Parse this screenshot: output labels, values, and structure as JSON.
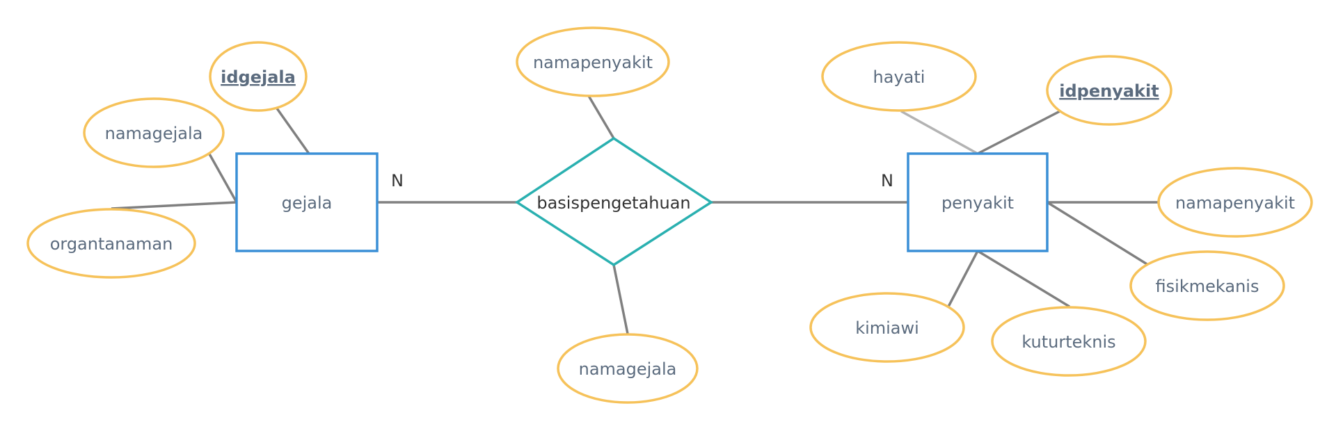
{
  "diagram": {
    "entities": {
      "gejala": "gejala",
      "penyakit": "penyakit"
    },
    "relationship": "basispengetahuan",
    "cardinality": {
      "left": "N",
      "right": "N"
    },
    "attributes": {
      "idgejala": "idgejala",
      "namagejala_g": "namagejala",
      "organtanaman": "organtanaman",
      "namapenyakit_r": "namapenyakit",
      "namagejala_r": "namagejala",
      "hayati": "hayati",
      "idpenyakit": "idpenyakit",
      "namapenyakit_p": "namapenyakit",
      "fisikmekanis": "fisikmekanis",
      "kimiawi": "kimiawi",
      "kuturteknis": "kuturteknis"
    }
  },
  "colors": {
    "entity_border": "#3a8fd6",
    "relationship_border": "#2ab0b0",
    "attribute_border": "#f6c25a",
    "connector": "#808080",
    "label_text": "#5b6b7e"
  }
}
